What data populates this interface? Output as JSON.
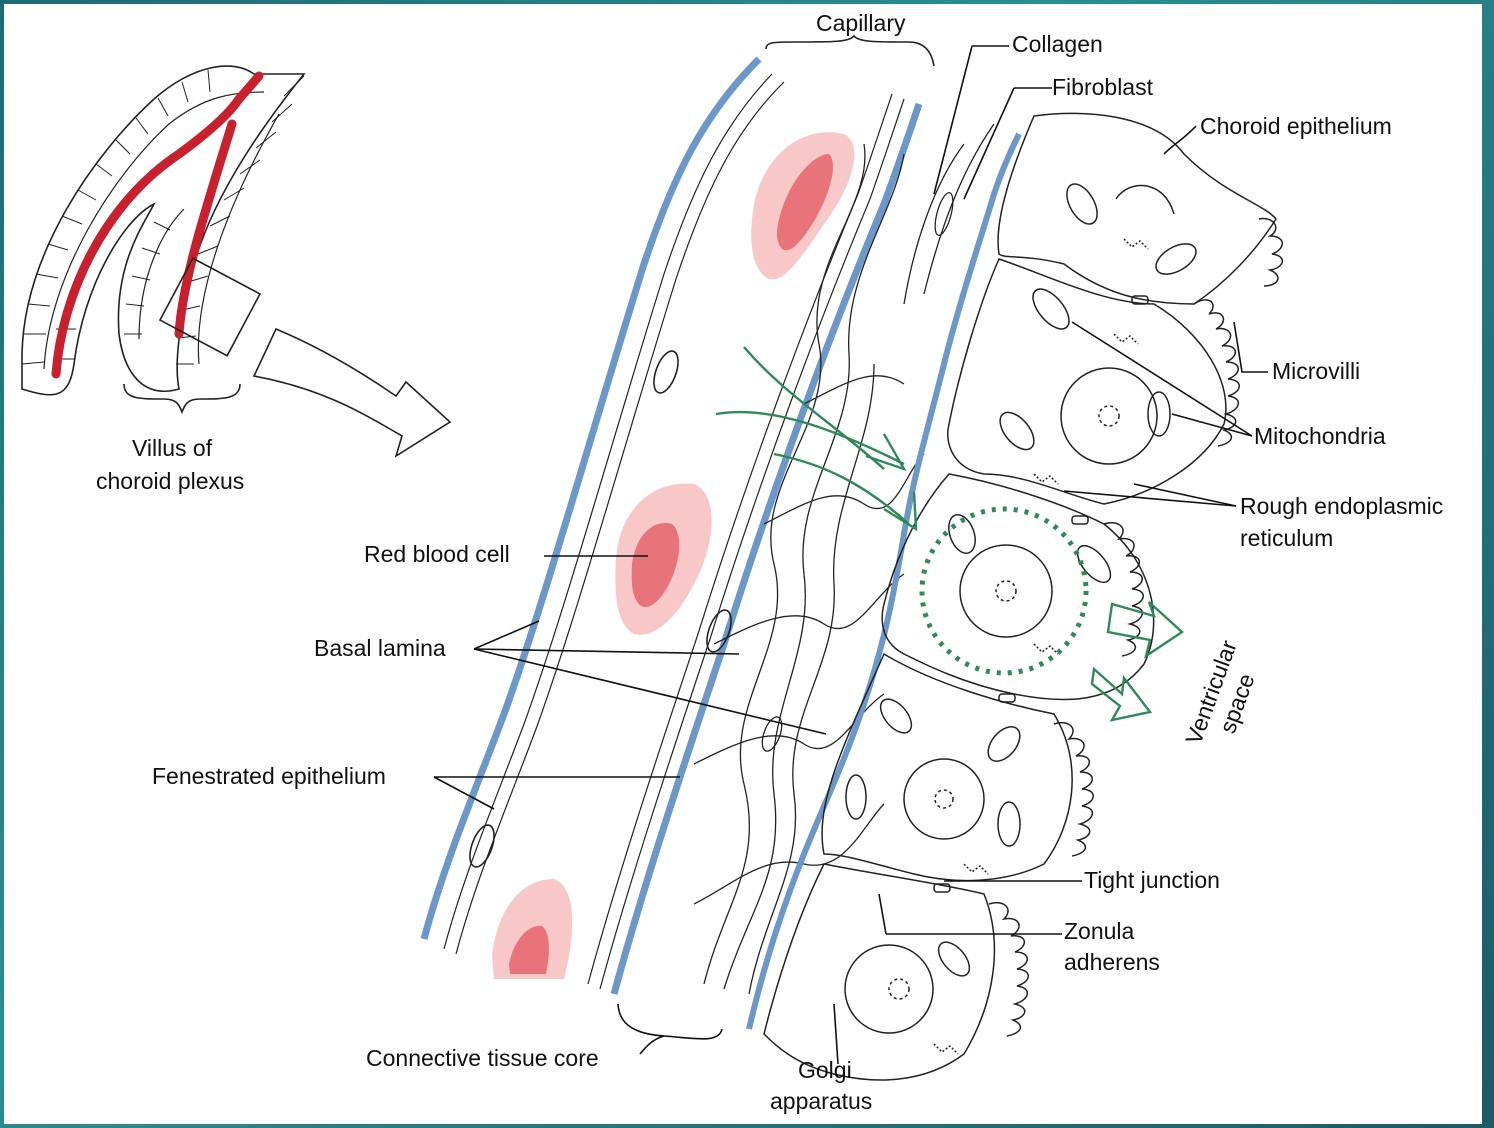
{
  "colors": {
    "background": "#1f6f78",
    "panel": "#ffffff",
    "vessel_red": "#c8202c",
    "basal_lamina_blue": "#6b98c9",
    "rbc_outer": "#f8c8c8",
    "rbc_inner": "#e8737a",
    "transport_arrow": "#2e8b57"
  },
  "labels": {
    "capillary": "Capillary",
    "collagen": "Collagen",
    "fibroblast": "Fibroblast",
    "choroid_epithelium": "Choroid epithelium",
    "microvilli": "Microvilli",
    "mitochondria": "Mitochondria",
    "rough_er_line1": "Rough endoplasmic",
    "rough_er_line2": "reticulum",
    "villus_line1": "Villus of",
    "villus_line2": "choroid plexus",
    "red_blood_cell": "Red blood cell",
    "basal_lamina": "Basal lamina",
    "fenestrated_epithelium": "Fenestrated epithelium",
    "ventricular_line1": "Ventricular",
    "ventricular_line2": "space",
    "tight_junction": "Tight junction",
    "zonula_line1": "Zonula",
    "zonula_line2": "adherens",
    "connective_tissue_core": "Connective tissue core",
    "golgi_line1": "Golgi",
    "golgi_line2": "apparatus"
  },
  "icons": [
    "villus-icon",
    "magnify-arrow-icon",
    "capillary-icon",
    "epithelial-cell-icon",
    "transport-arrow-icon"
  ]
}
